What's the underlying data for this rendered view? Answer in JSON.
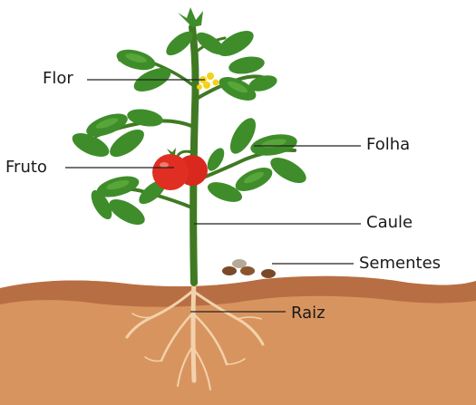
{
  "labels": {
    "flower": "Flor",
    "fruit": "Fruto",
    "leaf": "Folha",
    "stem": "Caule",
    "seeds": "Sementes",
    "root": "Raiz"
  },
  "colors": {
    "soil_top": "#b86e43",
    "soil": "#d8945f",
    "soil_deep": "#c98652",
    "leaf": "#3e8d2a",
    "leaf_light": "#58a63a",
    "stem": "#3f7a22",
    "fruit": "#d9281e",
    "flower": "#f4d21a",
    "root": "#f2d2ac",
    "seed": "#7a4a28"
  }
}
